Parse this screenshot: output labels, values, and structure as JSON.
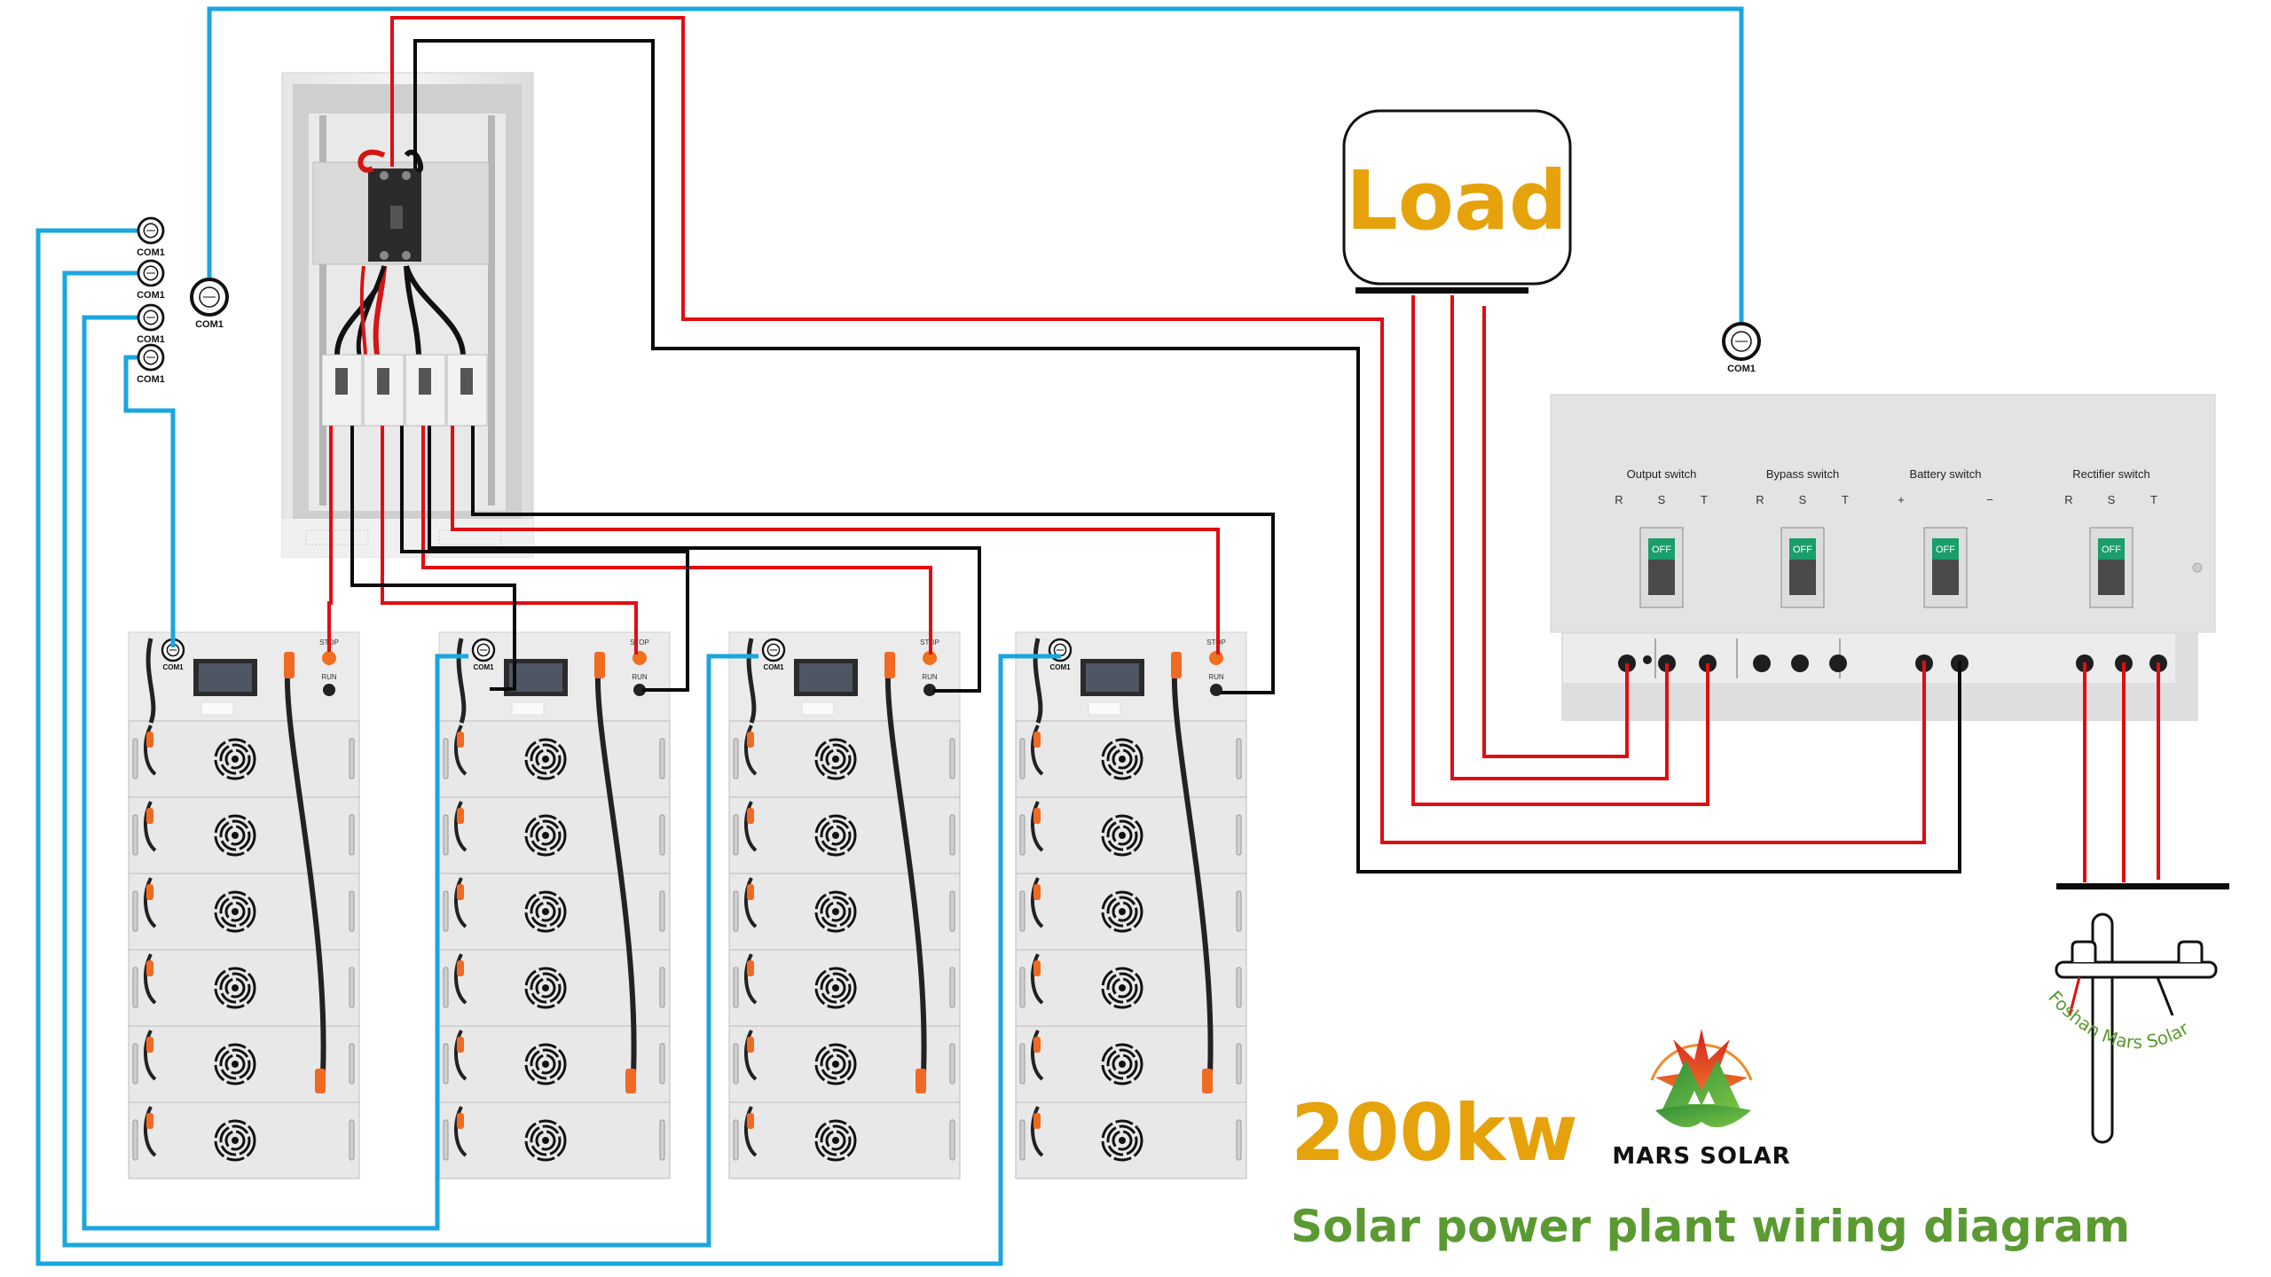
{
  "title": {
    "power": "200kw",
    "subtitle": "Solar power plant  wiring diagram"
  },
  "brand": {
    "name": "MARS SOLAR",
    "watermark": "Foshan Mars Solar"
  },
  "load": {
    "label": "Load"
  },
  "com_label": "COM1",
  "inverter": {
    "switches": [
      {
        "label": "Output switch",
        "phases": [
          "R",
          "S",
          "T"
        ],
        "state": "OFF"
      },
      {
        "label": "Bypass switch",
        "phases": [
          "R",
          "S",
          "T"
        ],
        "state": "OFF"
      },
      {
        "label": "Battery switch",
        "phases": [
          "+",
          "−"
        ],
        "state": "OFF"
      },
      {
        "label": "Rectifier switch",
        "phases": [
          "R",
          "S",
          "T"
        ],
        "state": "OFF"
      }
    ]
  },
  "battery_racks": [
    {
      "stop_label": "STOP",
      "run_label": "RUN",
      "com_label": "COM1",
      "modules": 6
    },
    {
      "stop_label": "STOP",
      "run_label": "RUN",
      "com_label": "COM1",
      "modules": 6
    },
    {
      "stop_label": "STOP",
      "run_label": "RUN",
      "com_label": "COM1",
      "modules": 6
    },
    {
      "stop_label": "STOP",
      "run_label": "RUN",
      "com_label": "COM1",
      "modules": 6
    }
  ],
  "colors": {
    "positive_wire": "#e00d12",
    "negative_wire": "#0b0b0b",
    "comm_wire": "#1aa6df",
    "switch_off": "#1a9e6a",
    "accent_orange": "#e6a20a",
    "accent_green": "#5b9a32"
  }
}
